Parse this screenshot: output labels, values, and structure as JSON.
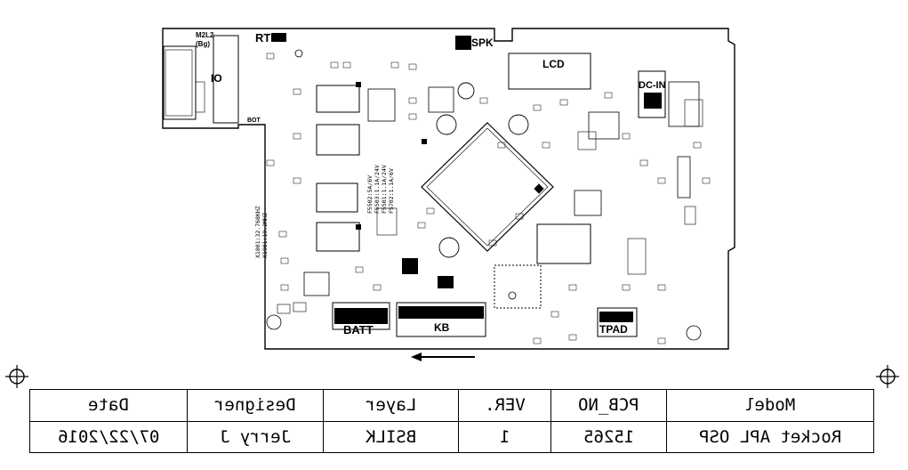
{
  "board": {
    "connectors": {
      "rtc": "RTC",
      "m2": "M2L2",
      "m2_sub": "(Bg)",
      "io": "IO",
      "spk": "SPK",
      "lcd": "LCD",
      "dcin": "DC-IN",
      "batt": "BATT",
      "kb": "KB",
      "tpad": "TPAD",
      "bot": "BOT"
    },
    "fuse_notes": [
      "F5502:5A/6V",
      "F5503:1.1A/24V",
      "F5501:1.1A/24V",
      "F5702:1.1A/6V"
    ],
    "crystal_notes": [
      "X1801:32.768KHZ",
      "X1901:19.2MHZ"
    ]
  },
  "title_block": {
    "headers": [
      "Date",
      "Designer",
      "Layer",
      "VER.",
      "PCB_NO",
      "Model"
    ],
    "values": [
      "07/22/2016",
      "Jerry J",
      "BSILK",
      "1",
      "15265",
      "Rocket APL OSP"
    ]
  }
}
